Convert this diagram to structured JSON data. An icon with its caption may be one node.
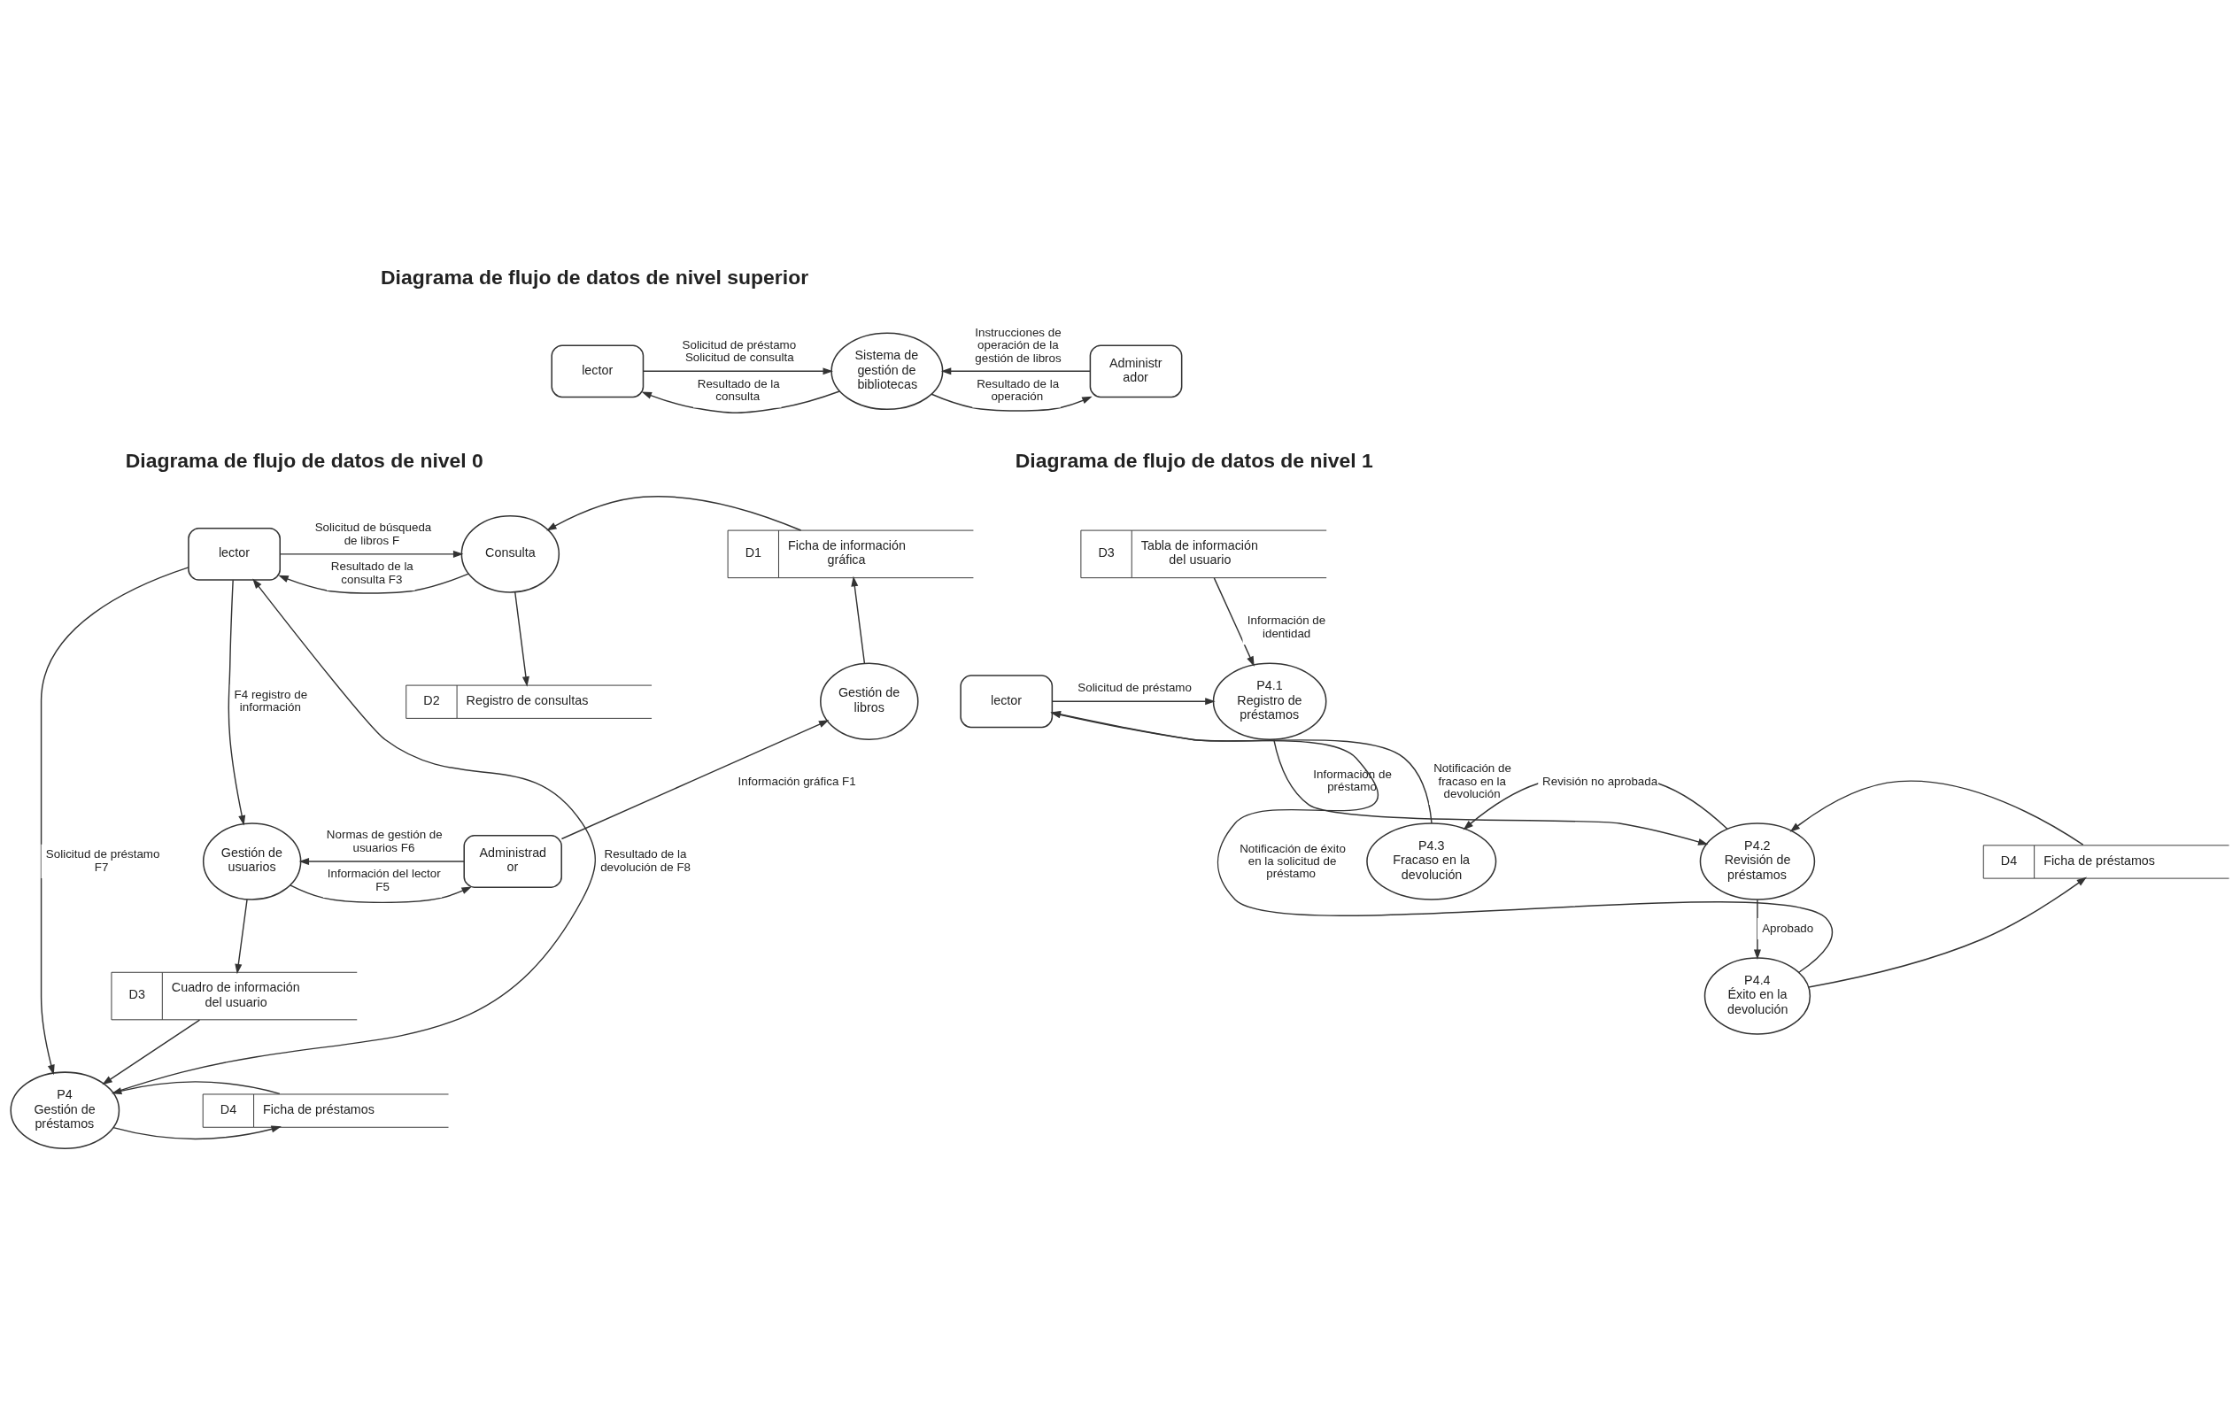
{
  "diagram": {
    "nodes": [
      {
        "text": [
          "lector"
        ]
      },
      {
        "text": [
          "Sistema de gestión de bibliotecas"
        ]
      },
      {
        "text": [
          "Administr ador"
        ]
      },
      {
        "text": [
          "lector"
        ]
      },
      {
        "text": [
          "Consulta"
        ]
      },
      {
        "text": [
          "D1",
          "Ficha de información gráfica"
        ]
      },
      {
        "text": [
          "D2",
          "Registro de consultas"
        ]
      },
      {
        "text": [
          "Gestión de libros"
        ]
      },
      {
        "text": [
          "Gestión de usuarios"
        ]
      },
      {
        "text": [
          "Administrad or"
        ]
      },
      {
        "text": [
          "D3",
          "Cuadro de información del usuario"
        ]
      },
      {
        "text": [
          "P4",
          "Gestión de préstamos"
        ]
      },
      {
        "text": [
          "D4",
          "Ficha de préstamos"
        ]
      },
      {
        "text": [
          "D3",
          "Tabla de información del usuario"
        ]
      },
      {
        "text": [
          "lector"
        ]
      },
      {
        "text": [
          "P4.1",
          "Registro de préstamos"
        ]
      },
      {
        "text": [
          "P4.3",
          "Fracaso en la devolución"
        ]
      },
      {
        "text": [
          "P4.2",
          "Revisión de préstamos"
        ]
      },
      {
        "text": [
          "D4",
          "Ficha de préstamos"
        ]
      },
      {
        "text": [
          "P4.4",
          "Éxito en la devolución"
        ]
      }
    ],
    "edges": [
      {
        "from": 0,
        "to": 1,
        "arrow": "to",
        "label": "Solicitud de préstamo Solicitud de consulta"
      },
      {
        "from": 1,
        "to": 0,
        "arrow": "to",
        "label": "Resultado de la consulta"
      },
      {
        "from": 1,
        "to": 2,
        "arrow": "to",
        "label": "Resultado de la operación"
      },
      {
        "from": 2,
        "to": 1,
        "arrow": "to",
        "label": "Instrucciones de operación de la gestión de libros"
      },
      {
        "from": 3,
        "to": 4,
        "arrow": "to",
        "label": "Solicitud de búsqueda de libros F"
      },
      {
        "from": 4,
        "to": 3,
        "arrow": "to",
        "label": "Resultado de la consulta F3"
      },
      {
        "from": 5,
        "to": 4,
        "arrow": "to"
      },
      {
        "from": 4,
        "to": 6,
        "arrow": "to"
      },
      {
        "from": 7,
        "to": 5,
        "arrow": "to"
      },
      {
        "from": 9,
        "to": 7,
        "arrow": "to",
        "label": "Información gráfica F1"
      },
      {
        "from": 3,
        "to": 8,
        "arrow": "to",
        "label": "F4 registro de información"
      },
      {
        "from": 8,
        "to": 9,
        "arrow": "to",
        "label": "Información del lector F5"
      },
      {
        "from": 9,
        "to": 8,
        "arrow": "to",
        "label": "Normas de gestión de usuarios F6"
      },
      {
        "from": 8,
        "to": 10,
        "arrow": "to"
      },
      {
        "from": 10,
        "to": 11,
        "arrow": "to"
      },
      {
        "from": 3,
        "to": 11,
        "arrow": "to",
        "label": "Solicitud de préstamo F7"
      },
      {
        "from": 11,
        "to": 3,
        "arrow": "to",
        "label": "Resultado de la devolución de F8"
      },
      {
        "from": 11,
        "to": 12,
        "arrow": "to"
      },
      {
        "from": 12,
        "to": 11,
        "arrow": "to"
      },
      {
        "from": 13,
        "to": 15,
        "arrow": "to",
        "label": "Información de identidad"
      },
      {
        "from": 14,
        "to": 15,
        "arrow": "to",
        "label": "Solicitud de préstamo"
      },
      {
        "from": 15,
        "to": 17,
        "arrow": "to",
        "label": "Información de préstamo"
      },
      {
        "from": 17,
        "to": 16,
        "arrow": "to",
        "label": "Revisión no aprobada"
      },
      {
        "from": 18,
        "to": 17,
        "arrow": "to"
      },
      {
        "from": 17,
        "to": 19,
        "arrow": "to",
        "label": "Aprobado"
      },
      {
        "from": 16,
        "to": 14,
        "arrow": "to",
        "label": "Notificación de fracaso en la devolución"
      },
      {
        "from": 19,
        "to": 14,
        "arrow": "to",
        "label": "Notificación de éxito en la solicitud de préstamo"
      },
      {
        "from": 19,
        "to": 18,
        "arrow": "to"
      }
    ],
    "labels": [
      "Diagrama de flujo de datos de nivel superior",
      "Diagrama de flujo de datos de nivel 0",
      "Diagrama de flujo de datos de nivel 1"
    ]
  }
}
